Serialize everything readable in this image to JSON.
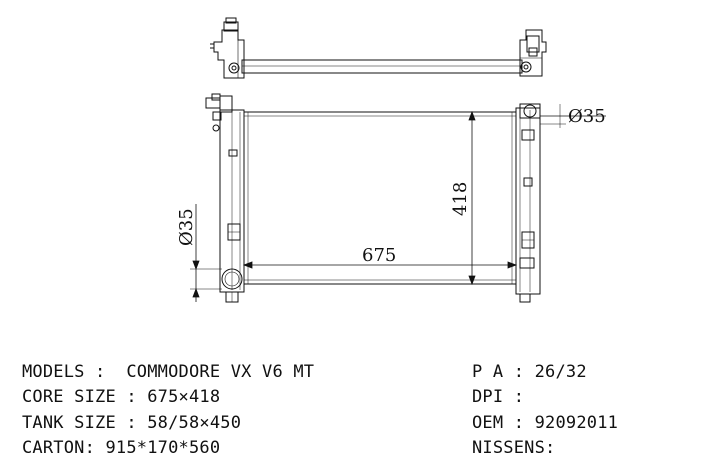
{
  "dimensions": {
    "width_label": "675",
    "height_label": "418",
    "inlet_label": "Ø35",
    "outlet_label": "Ø35"
  },
  "specs": {
    "models": {
      "label": "MODELS :",
      "value": "COMMODORE VX V6 MT"
    },
    "core_size": {
      "label": "CORE SIZE :",
      "value": "675×418"
    },
    "tank_size": {
      "label": "TANK SIZE :",
      "value": "58/58×450"
    },
    "carton": {
      "label": "CARTON:",
      "value": "915*170*560"
    },
    "pa": {
      "label": "P A :",
      "value": "26/32"
    },
    "dpi": {
      "label": "DPI :",
      "value": ""
    },
    "oem": {
      "label": "OEM :",
      "value": "92092011"
    },
    "nissens": {
      "label": "NISSENS:",
      "value": ""
    }
  }
}
